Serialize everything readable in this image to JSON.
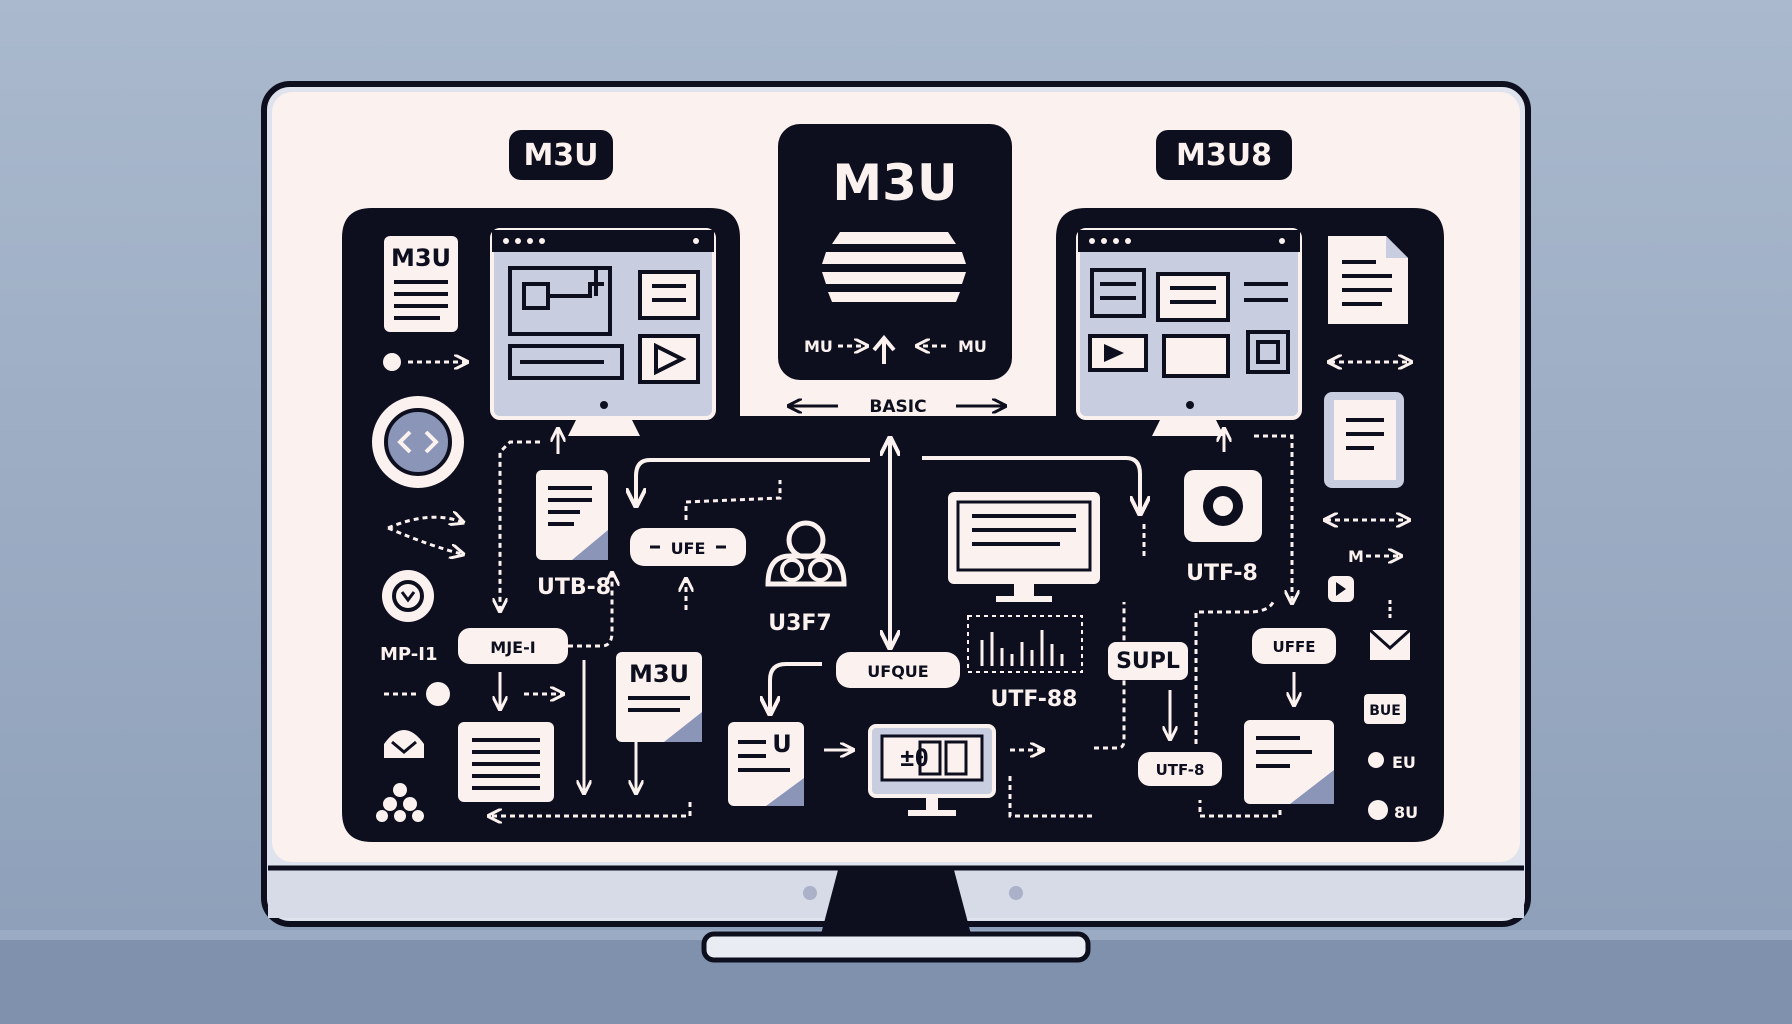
{
  "colors": {
    "background_top": "#a8b8cd",
    "background_bottom": "#8b9db6",
    "screen": "#fbf1ee",
    "ink": "#0d0f1f",
    "accent": "#9aa4c4",
    "light_accent": "#c8cde0"
  },
  "headers": {
    "left": "M3U",
    "center": "M3U",
    "right": "M3U8"
  },
  "center_card": {
    "left_caption": "MU",
    "right_caption": "MU",
    "basic_label": "BASIC"
  },
  "left_panel": {
    "doc_label": "M3U",
    "side_label": "MP-I1"
  },
  "nodes": {
    "utb8": "UTB-8",
    "ufe": "UFE",
    "u3f7": "U3F7",
    "mjei": "MJE-I",
    "m3u_doc": "M3U",
    "u_doc": "U",
    "ufque": "UFQUE",
    "utf88": "UTF-88",
    "counter": "±0",
    "utf8_right": "UTF-8",
    "supl": "SUPL",
    "uffe": "UFFE",
    "utf8_bottom": "UTF-8",
    "m_arrow": "M",
    "bue": "BUE",
    "eu": "EU",
    "eight_u": "8U"
  },
  "icons": [
    "document-icon",
    "browser-window-icon",
    "monitor-icon",
    "gear-icon",
    "play-icon",
    "user-group-icon",
    "mail-icon",
    "bar-chart-icon",
    "stack-icon"
  ]
}
